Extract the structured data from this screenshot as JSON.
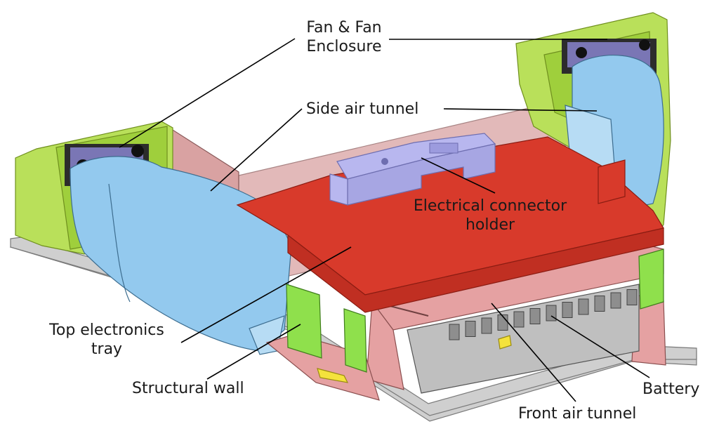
{
  "diagram": {
    "colors": {
      "fan_enclosure": "#b9e05a",
      "fan_enclosure_edge": "#6f8f1e",
      "air_tunnel": "#93c9ee",
      "air_tunnel_edge": "#3d6d8f",
      "electronics_tray": "#d83a2b",
      "electronics_tray_edge": "#8a1c12",
      "connector_holder": "#b8b7ef",
      "front_tunnel": "#e5a1a2",
      "side_wall": "#d9a2a2",
      "structural_wall": "#8fe04c",
      "base_plate": "#cfcfcf",
      "battery": "#bfbfbf",
      "accent_yellow": "#f4e23c"
    },
    "labels": {
      "fan": [
        "Fan & Fan",
        "Enclosure"
      ],
      "side_air_tunnel": "Side air tunnel",
      "electrical_connector": [
        "Electrical connector",
        "holder"
      ],
      "top_electronics": [
        "Top electronics",
        "tray"
      ],
      "structural_wall": "Structural wall",
      "battery": "Battery",
      "front_air_tunnel": "Front air tunnel"
    }
  }
}
